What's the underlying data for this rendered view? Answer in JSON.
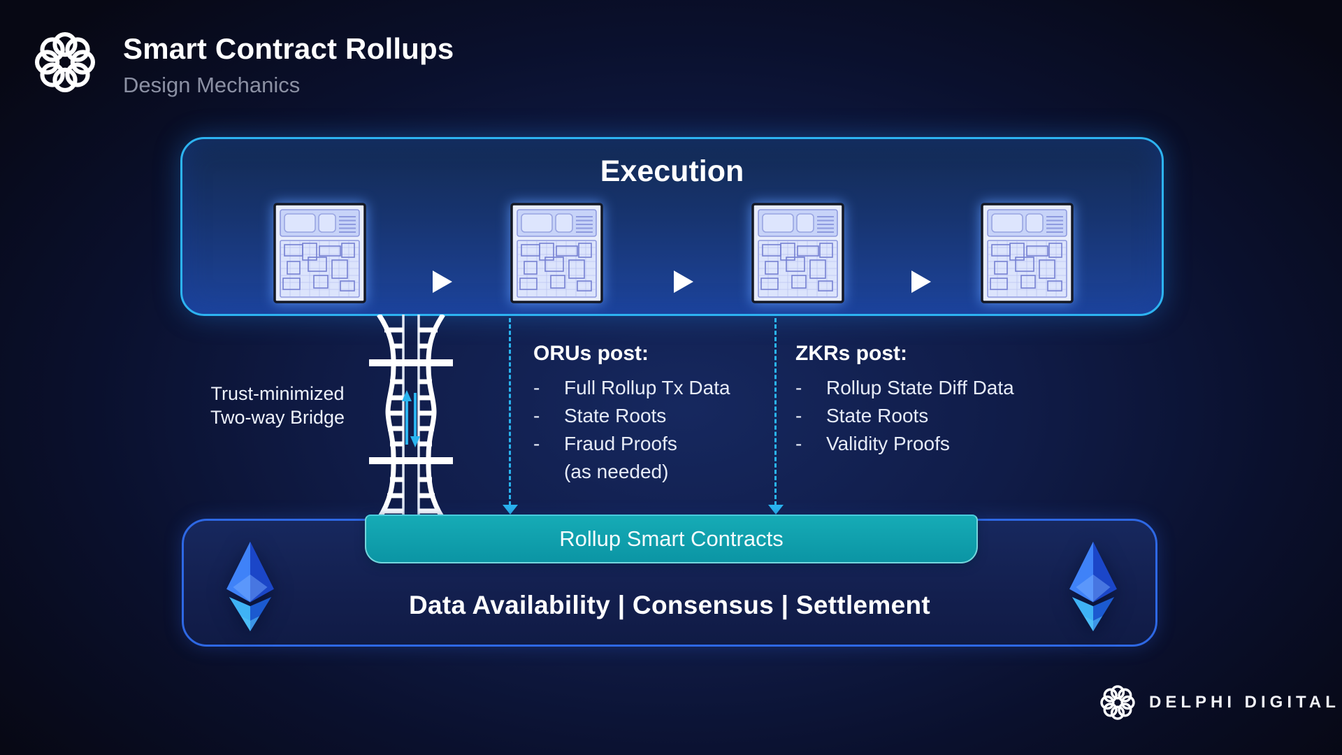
{
  "header": {
    "title": "Smart Contract Rollups",
    "subtitle": "Design Mechanics"
  },
  "execution": {
    "title": "Execution"
  },
  "bridge": {
    "label_line1": "Trust-minimized",
    "label_line2": "Two-way Bridge"
  },
  "oru": {
    "heading": "ORUs post:",
    "items": [
      {
        "dash": "-",
        "text": "Full Rollup Tx Data"
      },
      {
        "dash": "-",
        "text": "State Roots"
      },
      {
        "dash": "-",
        "text": "Fraud Proofs"
      },
      {
        "dash": "",
        "text": "(as needed)"
      }
    ]
  },
  "zkr": {
    "heading": "ZKRs post:",
    "items": [
      {
        "dash": "-",
        "text": "Rollup State Diff Data"
      },
      {
        "dash": "-",
        "text": "State Roots"
      },
      {
        "dash": "-",
        "text": "Validity Proofs"
      }
    ]
  },
  "settlement": {
    "contracts_label": "Rollup Smart Contracts",
    "layers_label": "Data Availability | Consensus | Settlement"
  },
  "footer": {
    "brand": "DELPHI DIGITAL"
  },
  "icons": {
    "brand_logo": "knot-ring-icon",
    "block": "block-data-icon",
    "advance": "play-triangle-icon",
    "bridge": "two-way-bridge-icon",
    "ethereum": "ethereum-diamond-icon"
  },
  "colors": {
    "accent_cyan": "#2ab4ef",
    "execution_border": "#2db3f1",
    "settlement_border": "#2e68e4",
    "teal_banner": "#0fa0ad",
    "background_navy": "#101c48"
  }
}
